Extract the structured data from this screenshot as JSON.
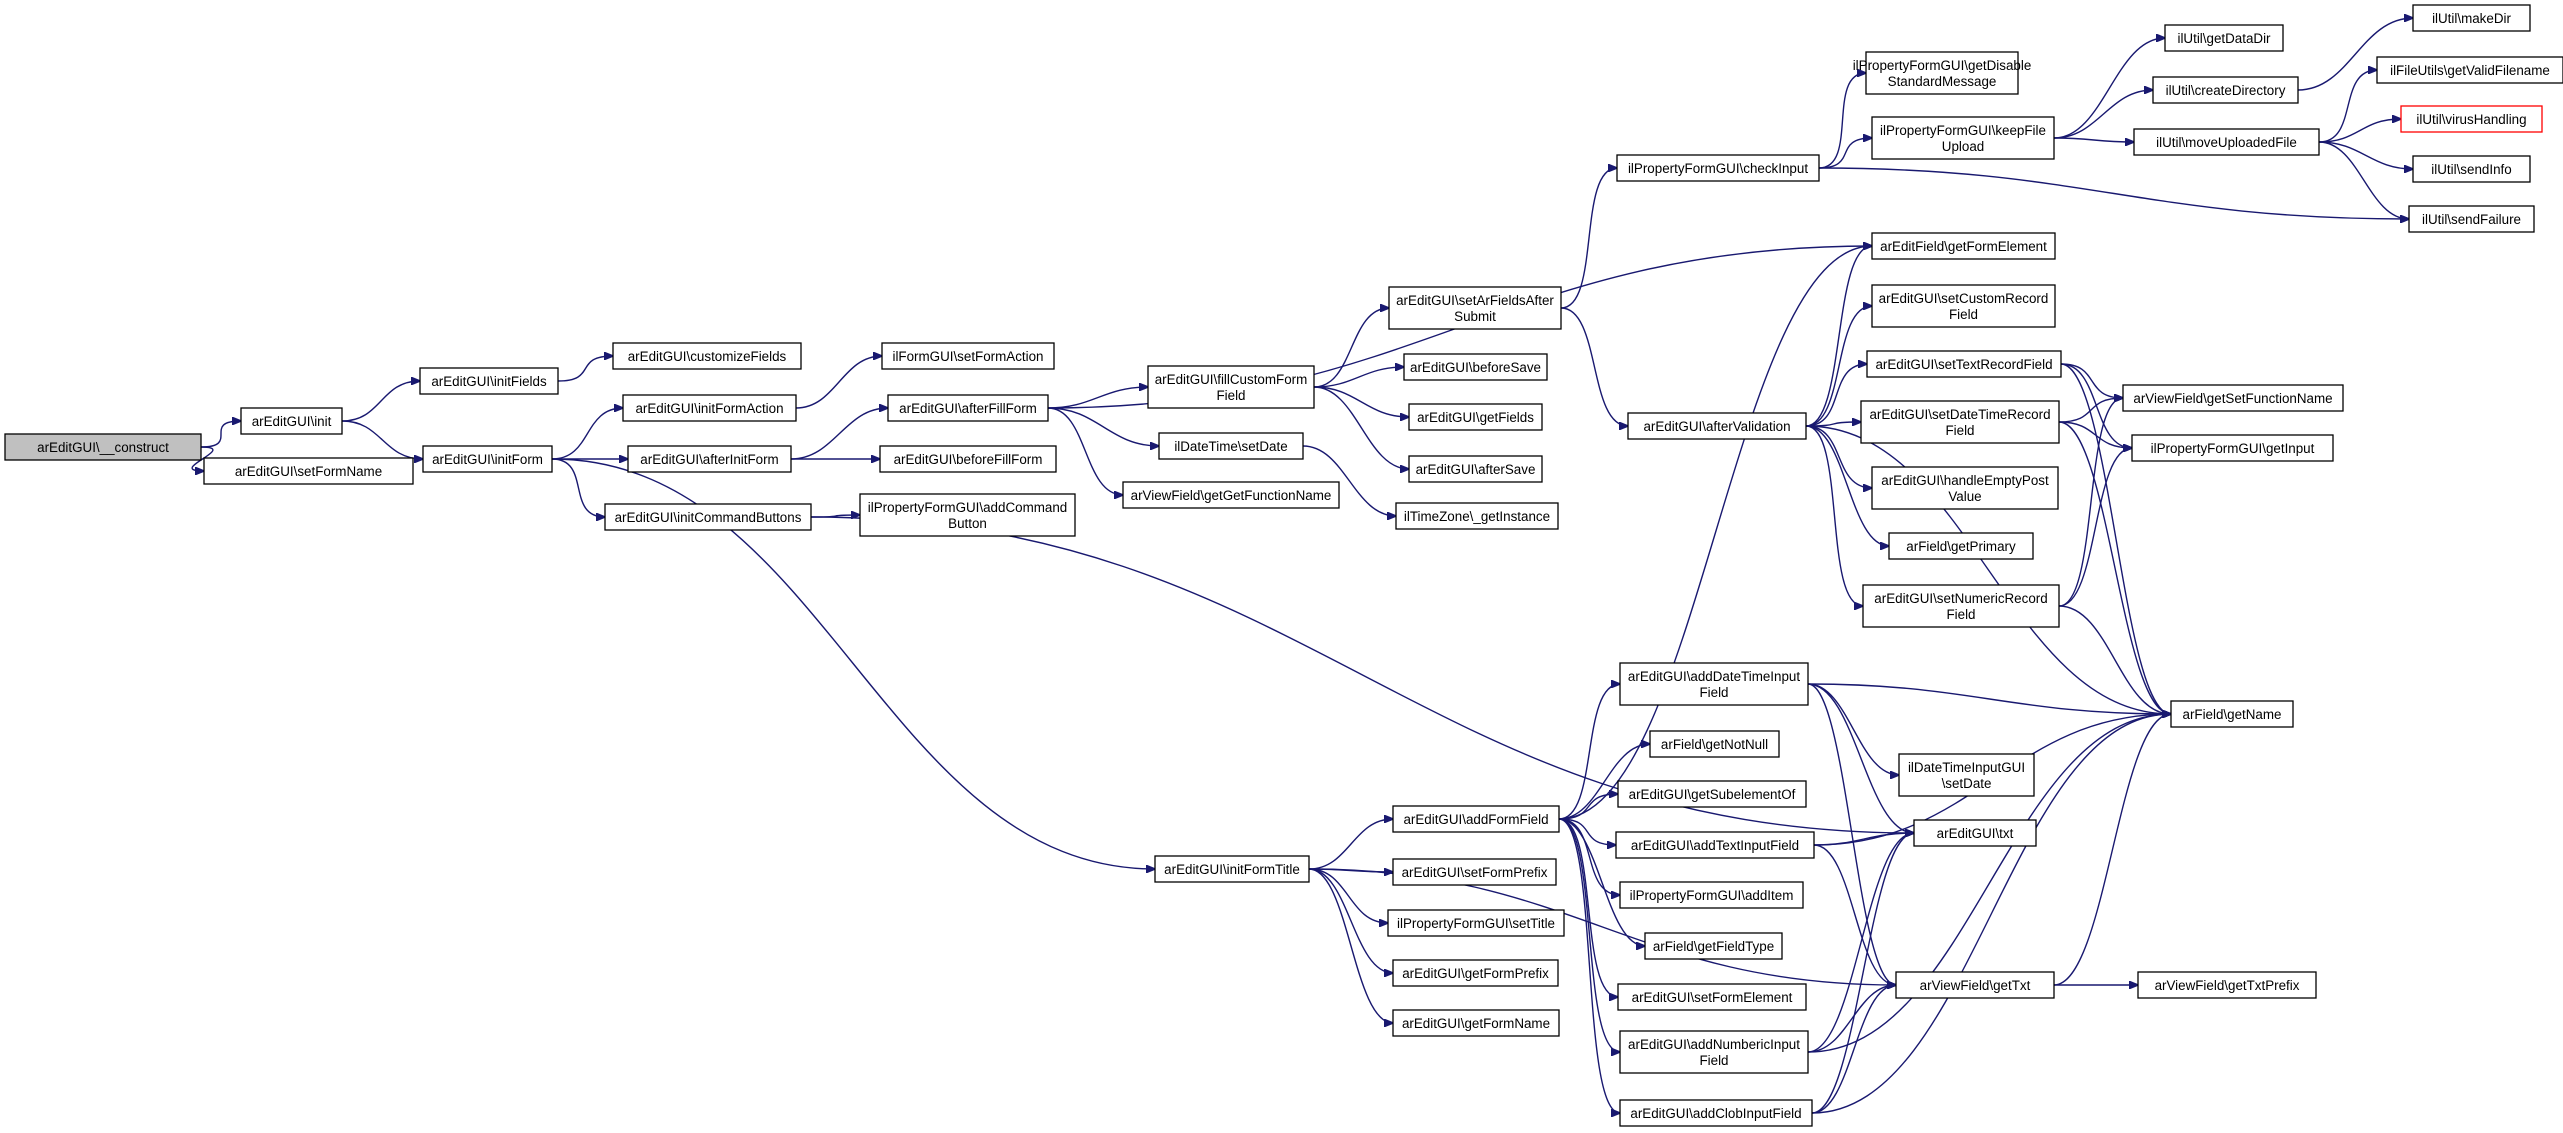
{
  "diagram": {
    "type": "call-graph",
    "colors": {
      "edge": "#191970",
      "root_fill": "#c0c0c0",
      "node_border": "#000000",
      "undocumented_border": "#ff0000"
    },
    "nodes": [
      {
        "id": "construct",
        "lines": [
          "arEditGUI\\__construct"
        ],
        "root": true
      },
      {
        "id": "init",
        "lines": [
          "arEditGUI\\init"
        ]
      },
      {
        "id": "setFormName",
        "lines": [
          "arEditGUI\\setFormName"
        ]
      },
      {
        "id": "initFields",
        "lines": [
          "arEditGUI\\initFields"
        ]
      },
      {
        "id": "initForm",
        "lines": [
          "arEditGUI\\initForm"
        ]
      },
      {
        "id": "customizeFields",
        "lines": [
          "arEditGUI\\customizeFields"
        ]
      },
      {
        "id": "initFormAction",
        "lines": [
          "arEditGUI\\initFormAction"
        ]
      },
      {
        "id": "afterInitForm",
        "lines": [
          "arEditGUI\\afterInitForm"
        ]
      },
      {
        "id": "initCommandButtons",
        "lines": [
          "arEditGUI\\initCommandButtons"
        ]
      },
      {
        "id": "initFormTitle",
        "lines": [
          "arEditGUI\\initFormTitle"
        ]
      },
      {
        "id": "ilFormSetFormAction",
        "lines": [
          "ilFormGUI\\setFormAction"
        ]
      },
      {
        "id": "afterFillForm",
        "lines": [
          "arEditGUI\\afterFillForm"
        ]
      },
      {
        "id": "beforeFillForm",
        "lines": [
          "arEditGUI\\beforeFillForm"
        ]
      },
      {
        "id": "addCommandButton",
        "lines": [
          "ilPropertyFormGUI\\addCommand",
          "Button"
        ]
      },
      {
        "id": "fillCustomFormField",
        "lines": [
          "arEditGUI\\fillCustomForm",
          "Field"
        ]
      },
      {
        "id": "ilDateTimeSetDate",
        "lines": [
          "ilDateTime\\setDate"
        ]
      },
      {
        "id": "getGetFunctionName",
        "lines": [
          "arViewField\\getGetFunctionName"
        ]
      },
      {
        "id": "setArFieldsAfterSubmit",
        "lines": [
          "arEditGUI\\setArFieldsAfter",
          "Submit"
        ]
      },
      {
        "id": "beforeSave",
        "lines": [
          "arEditGUI\\beforeSave"
        ]
      },
      {
        "id": "getFields",
        "lines": [
          "arEditGUI\\getFields"
        ]
      },
      {
        "id": "afterSave",
        "lines": [
          "arEditGUI\\afterSave"
        ]
      },
      {
        "id": "ilTimeZoneGetInstance",
        "lines": [
          "ilTimeZone\\_getInstance"
        ]
      },
      {
        "id": "setFormPrefix",
        "lines": [
          "arEditGUI\\setFormPrefix"
        ]
      },
      {
        "id": "setTitle",
        "lines": [
          "ilPropertyFormGUI\\setTitle"
        ]
      },
      {
        "id": "getFormPrefix",
        "lines": [
          "arEditGUI\\getFormPrefix"
        ]
      },
      {
        "id": "getFormName",
        "lines": [
          "arEditGUI\\getFormName"
        ]
      },
      {
        "id": "addFormField",
        "lines": [
          "arEditGUI\\addFormField"
        ]
      },
      {
        "id": "checkInput",
        "lines": [
          "ilPropertyFormGUI\\checkInput"
        ]
      },
      {
        "id": "afterValidation",
        "lines": [
          "arEditGUI\\afterValidation"
        ]
      },
      {
        "id": "addDateTimeInputField",
        "lines": [
          "arEditGUI\\addDateTimeInput",
          "Field"
        ]
      },
      {
        "id": "getNotNull",
        "lines": [
          "arField\\getNotNull"
        ]
      },
      {
        "id": "getSubelementOf",
        "lines": [
          "arEditGUI\\getSubelementOf"
        ]
      },
      {
        "id": "addTextInputField",
        "lines": [
          "arEditGUI\\addTextInputField"
        ]
      },
      {
        "id": "addItem",
        "lines": [
          "ilPropertyFormGUI\\addItem"
        ]
      },
      {
        "id": "getFieldType",
        "lines": [
          "arField\\getFieldType"
        ]
      },
      {
        "id": "setFormElement",
        "lines": [
          "arEditGUI\\setFormElement"
        ]
      },
      {
        "id": "addNumbericInputField",
        "lines": [
          "arEditGUI\\addNumbericInput",
          "Field"
        ]
      },
      {
        "id": "addClobInputField",
        "lines": [
          "arEditGUI\\addClobInputField"
        ]
      },
      {
        "id": "getDisableStandardMessage",
        "lines": [
          "ilPropertyFormGUI\\getDisable",
          "StandardMessage"
        ]
      },
      {
        "id": "keepFileUpload",
        "lines": [
          "ilPropertyFormGUI\\keepFile",
          "Upload"
        ]
      },
      {
        "id": "getFormElement",
        "lines": [
          "arEditField\\getFormElement"
        ]
      },
      {
        "id": "setCustomRecordField",
        "lines": [
          "arEditGUI\\setCustomRecord",
          "Field"
        ]
      },
      {
        "id": "setTextRecordField",
        "lines": [
          "arEditGUI\\setTextRecordField"
        ]
      },
      {
        "id": "setDateTimeRecordField",
        "lines": [
          "arEditGUI\\setDateTimeRecord",
          "Field"
        ]
      },
      {
        "id": "handleEmptyPostValue",
        "lines": [
          "arEditGUI\\handleEmptyPost",
          "Value"
        ]
      },
      {
        "id": "getPrimary",
        "lines": [
          "arField\\getPrimary"
        ]
      },
      {
        "id": "setNumericRecordField",
        "lines": [
          "arEditGUI\\setNumericRecord",
          "Field"
        ]
      },
      {
        "id": "ilDateTimeInputSetDate",
        "lines": [
          "ilDateTimeInputGUI",
          "\\setDate"
        ]
      },
      {
        "id": "txt",
        "lines": [
          "arEditGUI\\txt"
        ]
      },
      {
        "id": "getTxt",
        "lines": [
          "arViewField\\getTxt"
        ]
      },
      {
        "id": "getDataDir",
        "lines": [
          "ilUtil\\getDataDir"
        ]
      },
      {
        "id": "createDirectory",
        "lines": [
          "ilUtil\\createDirectory"
        ]
      },
      {
        "id": "moveUploadedFile",
        "lines": [
          "ilUtil\\moveUploadedFile"
        ]
      },
      {
        "id": "makeDir",
        "lines": [
          "ilUtil\\makeDir"
        ]
      },
      {
        "id": "getValidFilename",
        "lines": [
          "ilFileUtils\\getValidFilename"
        ]
      },
      {
        "id": "virusHandling",
        "lines": [
          "ilUtil\\virusHandling"
        ],
        "red": true
      },
      {
        "id": "sendInfo",
        "lines": [
          "ilUtil\\sendInfo"
        ]
      },
      {
        "id": "sendFailure",
        "lines": [
          "ilUtil\\sendFailure"
        ]
      },
      {
        "id": "getSetFunctionName",
        "lines": [
          "arViewField\\getSetFunctionName"
        ]
      },
      {
        "id": "getInput",
        "lines": [
          "ilPropertyFormGUI\\getInput"
        ]
      },
      {
        "id": "getName",
        "lines": [
          "arField\\getName"
        ]
      },
      {
        "id": "getTxtPrefix",
        "lines": [
          "arViewField\\getTxtPrefix"
        ]
      }
    ],
    "edges": [
      [
        "construct",
        "init"
      ],
      [
        "construct",
        "setFormName"
      ],
      [
        "init",
        "initFields"
      ],
      [
        "init",
        "initForm"
      ],
      [
        "initFields",
        "customizeFields"
      ],
      [
        "initForm",
        "initFormAction"
      ],
      [
        "initForm",
        "afterInitForm"
      ],
      [
        "initForm",
        "initCommandButtons"
      ],
      [
        "initForm",
        "initFormTitle"
      ],
      [
        "initFormAction",
        "ilFormSetFormAction"
      ],
      [
        "afterInitForm",
        "afterFillForm"
      ],
      [
        "afterInitForm",
        "beforeFillForm"
      ],
      [
        "initCommandButtons",
        "addCommandButton"
      ],
      [
        "initCommandButtons",
        "txt"
      ],
      [
        "afterFillForm",
        "fillCustomFormField"
      ],
      [
        "afterFillForm",
        "ilDateTimeSetDate"
      ],
      [
        "afterFillForm",
        "getGetFunctionName"
      ],
      [
        "afterFillForm",
        "getFormElement"
      ],
      [
        "fillCustomFormField",
        "setArFieldsAfterSubmit"
      ],
      [
        "fillCustomFormField",
        "beforeSave"
      ],
      [
        "fillCustomFormField",
        "getFields"
      ],
      [
        "fillCustomFormField",
        "afterSave"
      ],
      [
        "ilDateTimeSetDate",
        "ilTimeZoneGetInstance"
      ],
      [
        "setArFieldsAfterSubmit",
        "checkInput"
      ],
      [
        "setArFieldsAfterSubmit",
        "afterValidation"
      ],
      [
        "initFormTitle",
        "addFormField"
      ],
      [
        "initFormTitle",
        "setFormPrefix"
      ],
      [
        "initFormTitle",
        "setTitle"
      ],
      [
        "initFormTitle",
        "getFormPrefix"
      ],
      [
        "initFormTitle",
        "getFormName"
      ],
      [
        "initFormTitle",
        "getTxt"
      ],
      [
        "addFormField",
        "getFormElement"
      ],
      [
        "addFormField",
        "addDateTimeInputField"
      ],
      [
        "addFormField",
        "getNotNull"
      ],
      [
        "addFormField",
        "getSubelementOf"
      ],
      [
        "addFormField",
        "addTextInputField"
      ],
      [
        "addFormField",
        "addItem"
      ],
      [
        "addFormField",
        "getFieldType"
      ],
      [
        "addFormField",
        "setFormElement"
      ],
      [
        "addFormField",
        "addNumbericInputField"
      ],
      [
        "addFormField",
        "addClobInputField"
      ],
      [
        "checkInput",
        "getDisableStandardMessage"
      ],
      [
        "checkInput",
        "keepFileUpload"
      ],
      [
        "checkInput",
        "sendFailure"
      ],
      [
        "keepFileUpload",
        "getDataDir"
      ],
      [
        "keepFileUpload",
        "createDirectory"
      ],
      [
        "keepFileUpload",
        "moveUploadedFile"
      ],
      [
        "createDirectory",
        "makeDir"
      ],
      [
        "moveUploadedFile",
        "getValidFilename"
      ],
      [
        "moveUploadedFile",
        "virusHandling"
      ],
      [
        "moveUploadedFile",
        "sendInfo"
      ],
      [
        "moveUploadedFile",
        "sendFailure"
      ],
      [
        "afterValidation",
        "getFormElement"
      ],
      [
        "afterValidation",
        "setCustomRecordField"
      ],
      [
        "afterValidation",
        "setTextRecordField"
      ],
      [
        "afterValidation",
        "setDateTimeRecordField"
      ],
      [
        "afterValidation",
        "handleEmptyPostValue"
      ],
      [
        "afterValidation",
        "getPrimary"
      ],
      [
        "afterValidation",
        "setNumericRecordField"
      ],
      [
        "afterValidation",
        "getName"
      ],
      [
        "setTextRecordField",
        "getSetFunctionName"
      ],
      [
        "setTextRecordField",
        "getInput"
      ],
      [
        "setTextRecordField",
        "getName"
      ],
      [
        "setDateTimeRecordField",
        "getSetFunctionName"
      ],
      [
        "setDateTimeRecordField",
        "getInput"
      ],
      [
        "setDateTimeRecordField",
        "getName"
      ],
      [
        "setNumericRecordField",
        "getSetFunctionName"
      ],
      [
        "setNumericRecordField",
        "getInput"
      ],
      [
        "setNumericRecordField",
        "getName"
      ],
      [
        "addDateTimeInputField",
        "getName"
      ],
      [
        "addDateTimeInputField",
        "ilDateTimeInputSetDate"
      ],
      [
        "addDateTimeInputField",
        "txt"
      ],
      [
        "addDateTimeInputField",
        "getTxt"
      ],
      [
        "addTextInputField",
        "txt"
      ],
      [
        "addTextInputField",
        "getTxt"
      ],
      [
        "addTextInputField",
        "getName"
      ],
      [
        "addNumbericInputField",
        "txt"
      ],
      [
        "addNumbericInputField",
        "getTxt"
      ],
      [
        "addNumbericInputField",
        "getName"
      ],
      [
        "addClobInputField",
        "txt"
      ],
      [
        "addClobInputField",
        "getTxt"
      ],
      [
        "addClobInputField",
        "getName"
      ],
      [
        "getTxt",
        "getTxtPrefix"
      ],
      [
        "getTxt",
        "getName"
      ]
    ]
  }
}
